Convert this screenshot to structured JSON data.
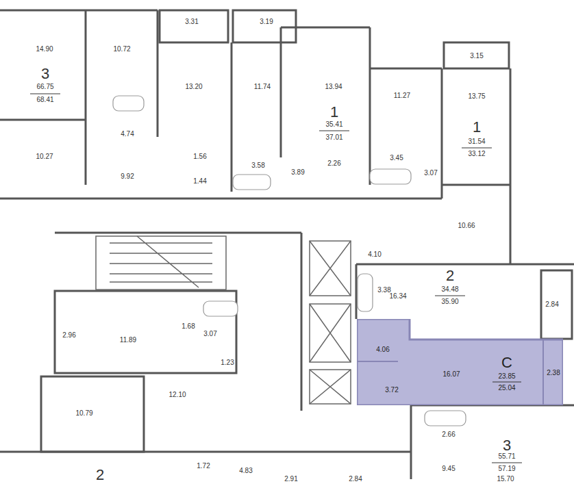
{
  "diagram": {
    "nodes": [
      {
        "text": [
          "4.06",
          "3.72",
          "16.07",
          "C",
          "23.85",
          "25.04",
          "2.38"
        ]
      }
    ],
    "labels": [
      "3.31",
      "3.19",
      "14.90",
      "10.72",
      "3.15",
      "3",
      "66.75",
      "68.41",
      "13.20",
      "11.74",
      "13.94",
      "11.27",
      "13.75",
      "1",
      "35.41",
      "37.01",
      "1",
      "31.54",
      "33.12",
      "4.74",
      "10.27",
      "1.56",
      "3.45",
      "2.26",
      "3.58",
      "3.89",
      "3.07",
      "9.92",
      "1.44",
      "10.66",
      "4.10",
      "2",
      "34.48",
      "3.38",
      "16.34",
      "35.90",
      "2.84",
      "1.68",
      "3.07",
      "2.96",
      "11.89",
      "1.23",
      "12.10",
      "10.79",
      "2.66",
      "3",
      "55.71",
      "57.19",
      "1.72",
      "4.83",
      "9.45",
      "2",
      "2.91",
      "2.84",
      "15.70"
    ]
  }
}
